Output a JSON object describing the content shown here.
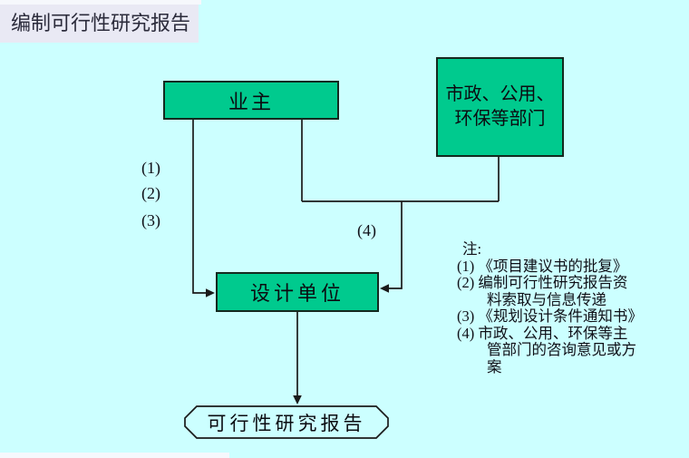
{
  "title": {
    "text": "编制可行性研究报告"
  },
  "nodes": {
    "owner": {
      "label": "业主"
    },
    "municipal": {
      "line1": "市政、公用、",
      "line2": "环保等部门"
    },
    "designer": {
      "label": "设计单位"
    },
    "report": {
      "label": "可行性研究报告"
    }
  },
  "edge_labels": {
    "n1": "(1)",
    "n2": "(2)",
    "n3": "(3)",
    "n4": "(4)"
  },
  "notes": {
    "heading": "注:",
    "lines": [
      {
        "text": "(1) 《项目建议书的批复》"
      },
      {
        "text": "(2) 编制可行性研究报告资"
      },
      {
        "text": "料索取与信息传递"
      },
      {
        "text": "(3) 《规划设计条件通知书》"
      },
      {
        "text": "(4) 市政、公用、环保等主"
      },
      {
        "text": "管部门的咨询意见或方"
      },
      {
        "text": "案"
      }
    ]
  },
  "colors": {
    "background": "#ccffff",
    "node_fill": "#00ca8e",
    "node_border": "#14291f",
    "line": "#1a1a1a",
    "title_bg": "#e9e9f4",
    "title_text": "#2b2b3b"
  }
}
